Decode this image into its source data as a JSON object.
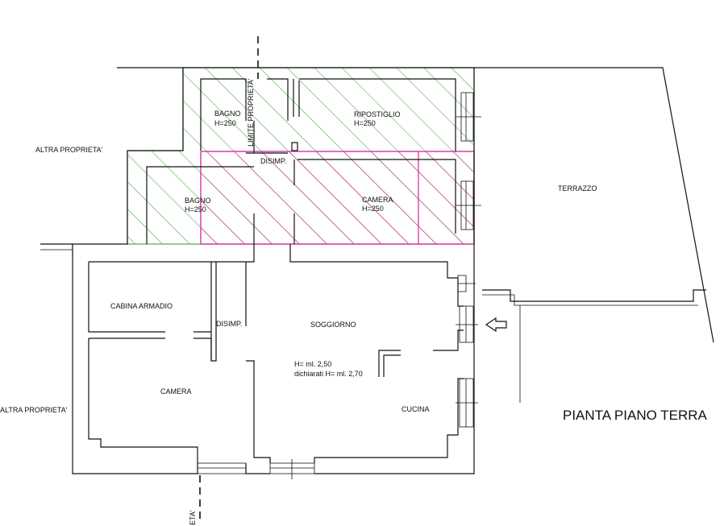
{
  "plan": {
    "title": "PIANTA PIANO TERRA",
    "colors": {
      "hatch_green": "#4fb04a",
      "hatch_magenta": "#d9339b",
      "line": "#111111"
    },
    "property_line": {
      "label_top": "LIMITE PROPRIETA'",
      "label_bottom": "ETA'"
    },
    "neighbors": {
      "upper_left": "ALTRA PROPRIETA'",
      "lower_left": "ALTRA PROPRIETA'"
    },
    "rooms": {
      "bagno_upper": {
        "name": "BAGNO",
        "height": "H=250"
      },
      "ripostiglio": {
        "name": "RIPOSTIGLIO",
        "height": "H=250"
      },
      "disimp_upper": {
        "name": "DISIMP."
      },
      "bagno_lower": {
        "name": "BAGNO",
        "height": "H=250"
      },
      "camera_upper": {
        "name": "CAMERA",
        "height": "H=250"
      },
      "terrazzo": {
        "name": "TERRAZZO"
      },
      "cabina_armadio": {
        "name": "CABINA ARMADIO"
      },
      "disimp_lower": {
        "name": "DISIMP."
      },
      "soggiorno": {
        "name": "SOGGIORNO",
        "height_line1": "H= ml. 2,50",
        "height_line2": "dichiarati H= ml. 2,70"
      },
      "camera_lower": {
        "name": "CAMERA"
      },
      "cucina": {
        "name": "CUCINA"
      }
    },
    "entrance_icon": "arrow-left-icon"
  }
}
